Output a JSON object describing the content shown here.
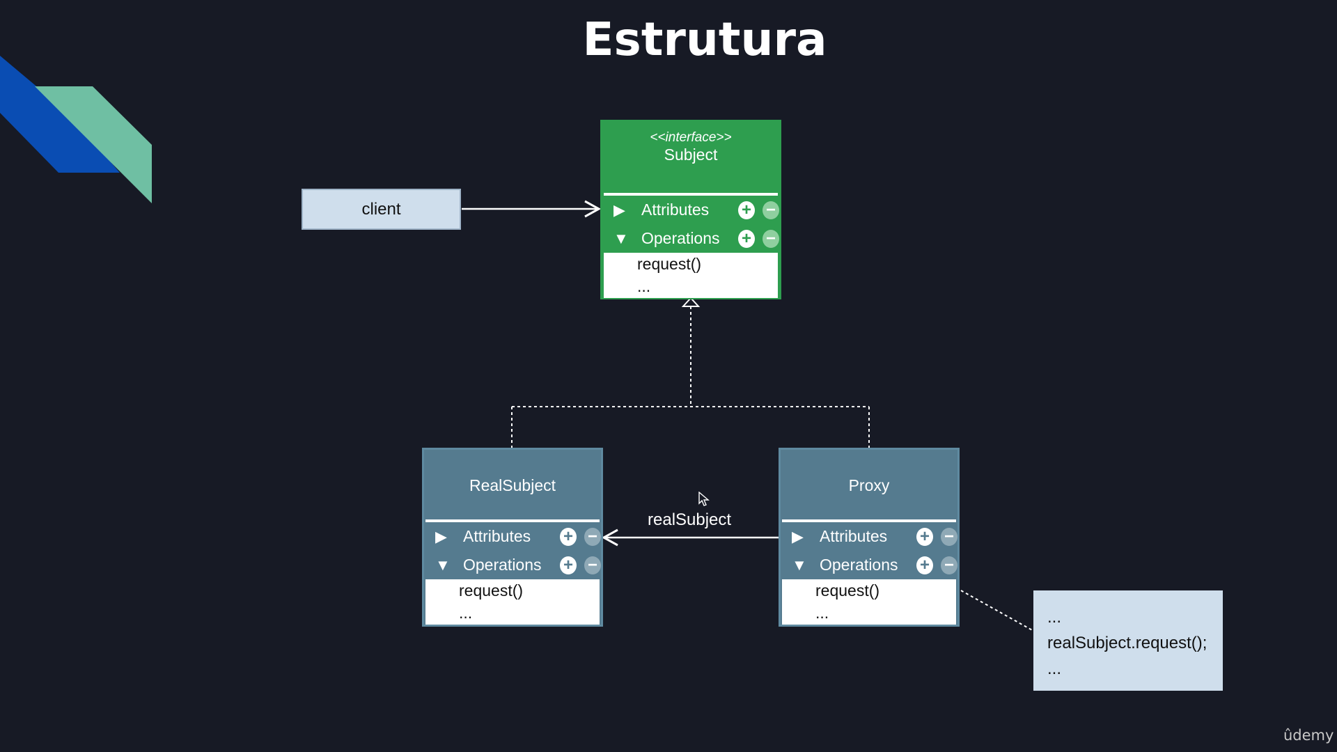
{
  "slide": {
    "title": "Estrutura",
    "brand": "ûdemy"
  },
  "client_box": {
    "label": "client"
  },
  "subject": {
    "stereotype": "<<interface>>",
    "name": "Subject",
    "attributes_label": "Attributes",
    "operations_label": "Operations",
    "operations": [
      "request()",
      "..."
    ]
  },
  "real_subject": {
    "name": "RealSubject",
    "attributes_label": "Attributes",
    "operations_label": "Operations",
    "operations": [
      "request()",
      "..."
    ]
  },
  "proxy": {
    "name": "Proxy",
    "attributes_label": "Attributes",
    "operations_label": "Operations",
    "operations": [
      "request()",
      "..."
    ]
  },
  "association": {
    "label": "realSubject"
  },
  "note": {
    "lines": [
      "...",
      "realSubject.request();",
      "..."
    ]
  },
  "icons": {
    "collapsed": "triangle-right-icon",
    "expanded": "triangle-down-icon",
    "add": "plus-circle-icon",
    "remove": "minus-circle-icon",
    "pointer": "mouse-cursor-icon"
  },
  "colors": {
    "background": "#171a25",
    "interface_header": "#2e9e4f",
    "class_header": "#557b8f",
    "client_fill": "#cfdeec",
    "note_fill": "#cfdeec",
    "deco_blue": "#0a4db3",
    "deco_teal": "#6fbfa3"
  }
}
